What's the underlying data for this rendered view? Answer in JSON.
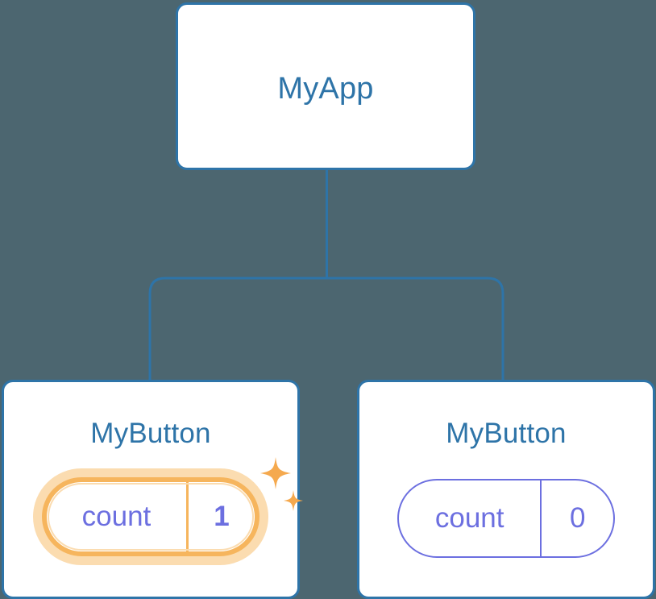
{
  "diagram": {
    "type": "component-tree",
    "background_color": "#4c6670",
    "connector_color": "#2e74a8",
    "root": {
      "id": "myapp",
      "title": "MyApp",
      "title_color": "#2e74a8",
      "border_color": "#2e74a8",
      "background_color": "#ffffff"
    },
    "children": [
      {
        "id": "mybutton-left",
        "title": "MyButton",
        "title_color": "#2e74a8",
        "border_color": "#2e74a8",
        "background_color": "#ffffff",
        "highlighted": true,
        "state": {
          "key": "count",
          "value": "1",
          "key_color": "#6c6fe0",
          "value_color": "#6c6fe0",
          "value_bold": true,
          "pill_border_color": "#f6b55d",
          "glow_color": "#fbdcb0",
          "divider_color": "#f6b55d"
        },
        "sparkle_color": "#f5a94e",
        "sparkle_count": 2
      },
      {
        "id": "mybutton-right",
        "title": "MyButton",
        "title_color": "#2e74a8",
        "border_color": "#2e74a8",
        "background_color": "#ffffff",
        "highlighted": false,
        "state": {
          "key": "count",
          "value": "0",
          "key_color": "#6c6fe0",
          "value_color": "#6c6fe0",
          "value_bold": false,
          "pill_border_color": "#6c6fe0",
          "divider_color": "#6c6fe0"
        }
      }
    ]
  }
}
